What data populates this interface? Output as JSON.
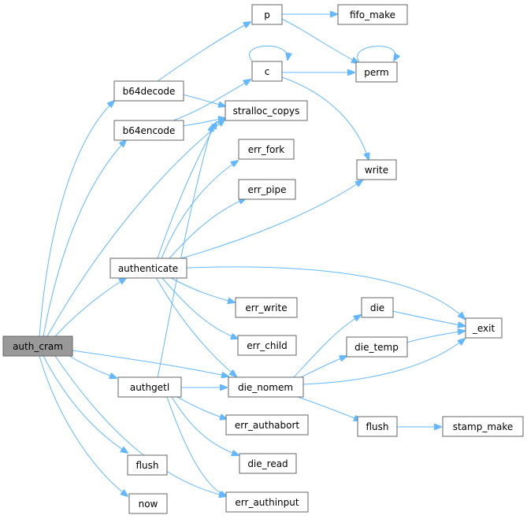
{
  "graph": {
    "nodes": {
      "auth_cram": "auth_cram",
      "b64decode": "b64decode",
      "b64encode": "b64encode",
      "authenticate": "authenticate",
      "authgetl": "authgetl",
      "flush_left": "flush",
      "now": "now",
      "p": "p",
      "fifo_make": "fifo_make",
      "c": "c",
      "perm": "perm",
      "stralloc_copys": "stralloc_copys",
      "err_fork": "err_fork",
      "err_pipe": "err_pipe",
      "write": "write",
      "err_write": "err_write",
      "err_child": "err_child",
      "die_nomem": "die_nomem",
      "err_authabort": "err_authabort",
      "die_read": "die_read",
      "err_authinput": "err_authinput",
      "die": "die",
      "die_temp": "die_temp",
      "exit": "_exit",
      "flush_right": "flush",
      "stamp_make": "stamp_make"
    },
    "colors": {
      "edge": "#63b8ff",
      "root_fill": "#999999",
      "node_border": "#666666"
    }
  }
}
